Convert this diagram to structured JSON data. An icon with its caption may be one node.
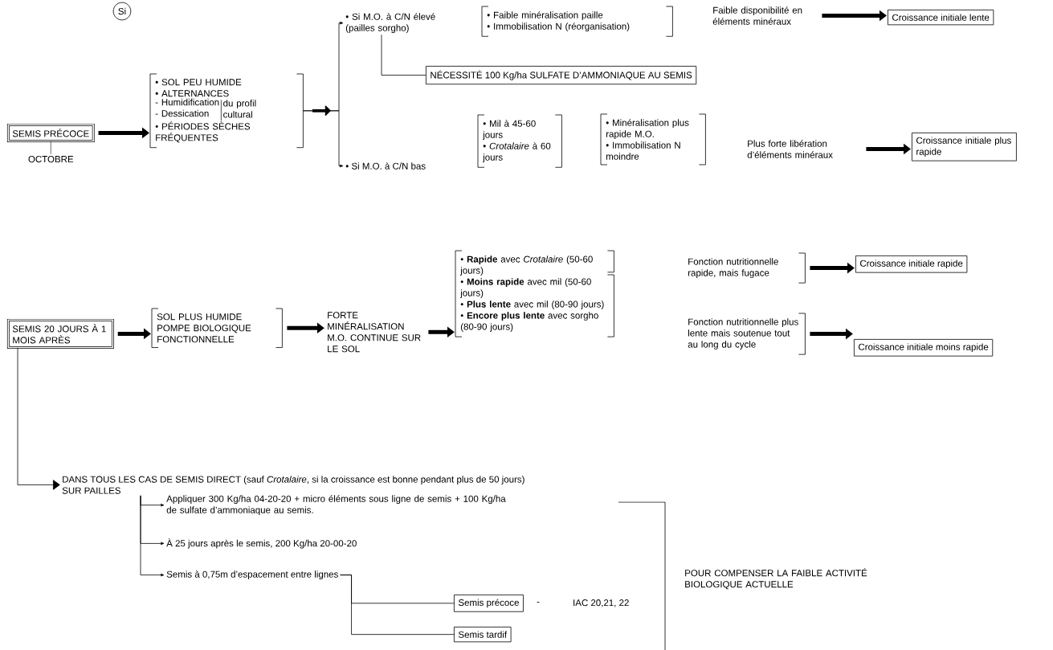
{
  "diagram": {
    "nodes": [
      {
        "text": [
          "Si"
        ]
      },
      {
        "text": [
          "SEMIS PRÉCOCE"
        ],
        "beside": [
          "OCTOBRE"
        ]
      },
      {
        "text": [
          "• SOL PEU HUMIDE",
          "• ALTERNANCES",
          "- Humidification",
          "- Dessication",
          "du profil cultural",
          "• PÉRIODES SÈCHES FRÉQUENTES"
        ]
      },
      {
        "text": [
          "• Si M.O. à C/N élevé (pailles sorgho)"
        ]
      },
      {
        "text": [
          "• Si M.O. à C/N bas"
        ]
      },
      {
        "text": [
          "• Faible minéralisation paille",
          "• Immobilisation N (réorganisation)"
        ]
      },
      {
        "text": [
          "Faible disponibilité en éléments minéraux"
        ]
      },
      {
        "text": [
          "Croissance initiale lente"
        ]
      },
      {
        "text": [
          "NÉCESSITÉ 100 Kg/ha SULFATE D’AMMONIAQUE AU SEMIS"
        ]
      },
      {
        "text": [
          "• Mil à 45-60 jours",
          "• *Crotalaire* à 60 jours"
        ]
      },
      {
        "text": [
          "• Minéralisation plus rapide M.O.",
          "• Immobilisation N moindre"
        ]
      },
      {
        "text": [
          "Plus forte libération d’éléments minéraux"
        ]
      },
      {
        "text": [
          "Croissance initiale plus rapide"
        ]
      },
      {
        "text": [
          "SEMIS 20 JOURS À 1 MOIS APRÈS"
        ]
      },
      {
        "text": [
          "SOL PLUS HUMIDE POMPE BIOLOGIQUE FONCTIONNELLE"
        ]
      },
      {
        "text": [
          "FORTE MINÉRALISATION M.O. CONTINUE SUR LE SOL"
        ]
      },
      {
        "text": [
          "• **Rapide** avec *Crotalaire* (50-60 jours)",
          "• **Moins rapide** avec mil (50-60 jours)",
          "• **Plus lente** avec mil (80-90 jours)",
          "• **Encore plus lente** avec sorgho (80-90 jours)"
        ]
      },
      {
        "text": [
          "Fonction nutritionnelle rapide, mais fugace"
        ]
      },
      {
        "text": [
          "Croissance initiale rapide"
        ]
      },
      {
        "text": [
          "Fonction nutritionnelle plus lente mais soutenue tout au long du cycle"
        ]
      },
      {
        "text": [
          "Croissance initiale moins rapide"
        ]
      },
      {
        "text": [
          "DANS TOUS LES CAS DE SEMIS DIRECT (sauf *Crotalaire*, si la croissance est bonne pendant plus de 50 jours)",
          "SUR PAILLES"
        ]
      },
      {
        "text": [
          "Appliquer 300 Kg/ha 04-20-20 + micro éléments sous ligne de semis + 100 Kg/ha de sulfate d’ammoniaque au semis."
        ]
      },
      {
        "text": [
          "À 25 jours après le semis, 200 Kg/ha 20-00-20"
        ]
      },
      {
        "text": [
          "Semis à 0,75m d’espacement entre lignes"
        ]
      },
      {
        "text": [
          "Semis précoce"
        ],
        "beside": [
          "-",
          "IAC 20,21, 22"
        ]
      },
      {
        "text": [
          "Semis tardif"
        ]
      },
      {
        "text": [
          "POUR COMPENSER LA FAIBLE ACTIVITÉ BIOLOGIQUE ACTUELLE"
        ]
      }
    ],
    "edges": [
      {
        "from": 1,
        "to": 2,
        "arrow": "to",
        "style": "thick"
      },
      {
        "from": 2,
        "to": 3,
        "arrow": "to"
      },
      {
        "from": 2,
        "to": 4,
        "arrow": "to"
      },
      {
        "from": 6,
        "to": 7,
        "arrow": "to",
        "style": "thick"
      },
      {
        "from": 3,
        "to": 8,
        "arrow": "none"
      },
      {
        "from": 11,
        "to": 12,
        "arrow": "to",
        "style": "thick"
      },
      {
        "from": 13,
        "to": 14,
        "arrow": "to",
        "style": "thick"
      },
      {
        "from": 14,
        "to": 15,
        "arrow": "to",
        "style": "thick"
      },
      {
        "from": 15,
        "to": 16,
        "arrow": "to",
        "style": "thick"
      },
      {
        "from": 17,
        "to": 18,
        "arrow": "to",
        "style": "thick"
      },
      {
        "from": 19,
        "to": 20,
        "arrow": "to",
        "style": "thick"
      },
      {
        "from": 13,
        "to": 21,
        "arrow": "to"
      },
      {
        "from": 21,
        "to": 22,
        "arrow": "to"
      },
      {
        "from": 21,
        "to": 23,
        "arrow": "to"
      },
      {
        "from": 21,
        "to": 24,
        "arrow": "to"
      },
      {
        "from": 24,
        "to": 25,
        "arrow": "none"
      },
      {
        "from": 24,
        "to": 26,
        "arrow": "none"
      }
    ]
  }
}
